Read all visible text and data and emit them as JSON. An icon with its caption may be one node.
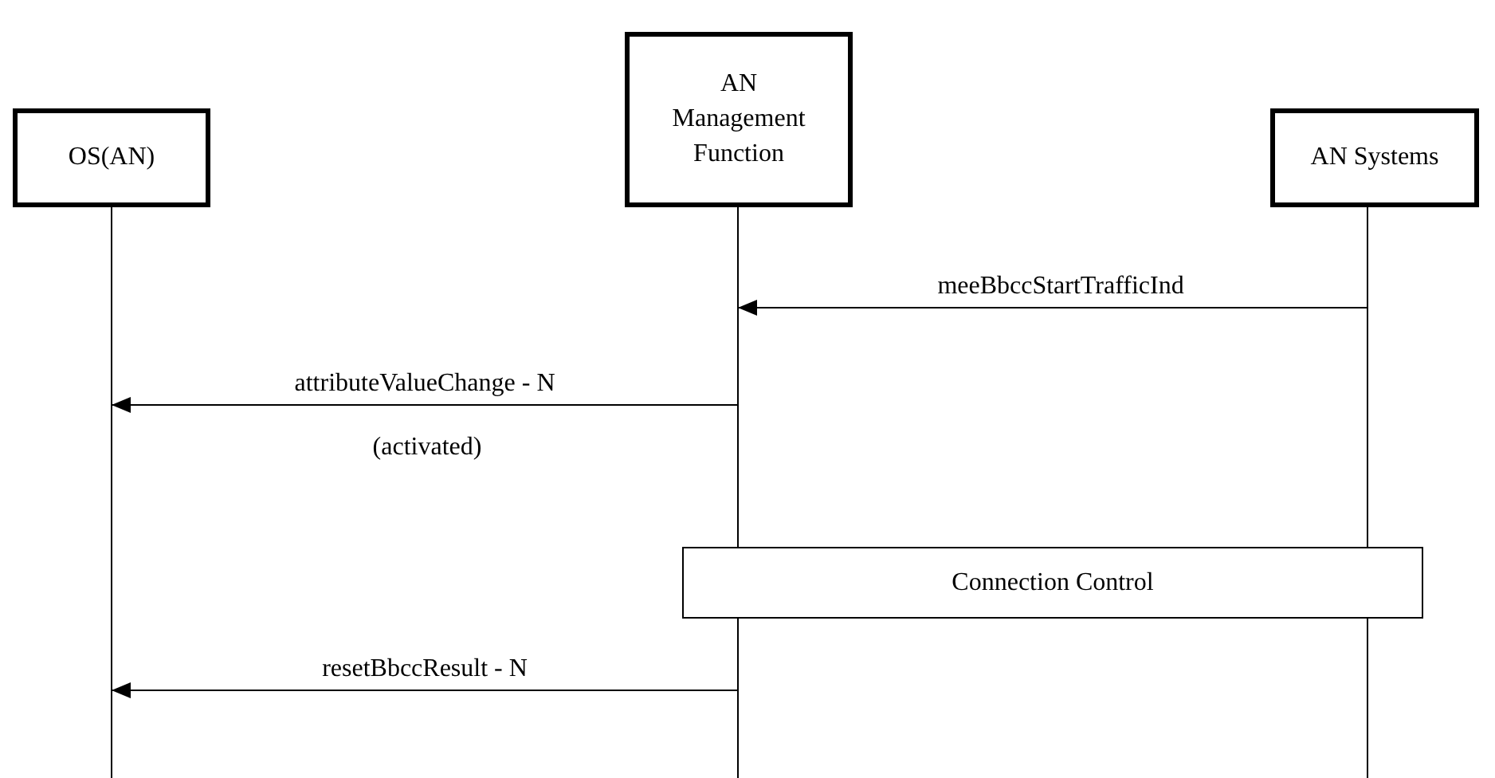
{
  "diagram": {
    "nodes": [
      {
        "text": [
          "OS(AN)"
        ]
      },
      {
        "text": [
          "AN Management Function"
        ]
      },
      {
        "text": [
          "AN Systems"
        ]
      },
      {
        "text": [
          "Connection Control"
        ]
      }
    ],
    "edges": [
      {
        "from": 2,
        "to": 1,
        "arrow": "to",
        "label": "meeBbccStartTrafficInd"
      },
      {
        "from": 1,
        "to": 0,
        "arrow": "to",
        "label": "attributeValueChange - N"
      },
      {
        "from": 1,
        "to": 0,
        "arrow": "to",
        "label": "resetBbccResult - N"
      }
    ],
    "labels": [
      "(activated)"
    ]
  }
}
